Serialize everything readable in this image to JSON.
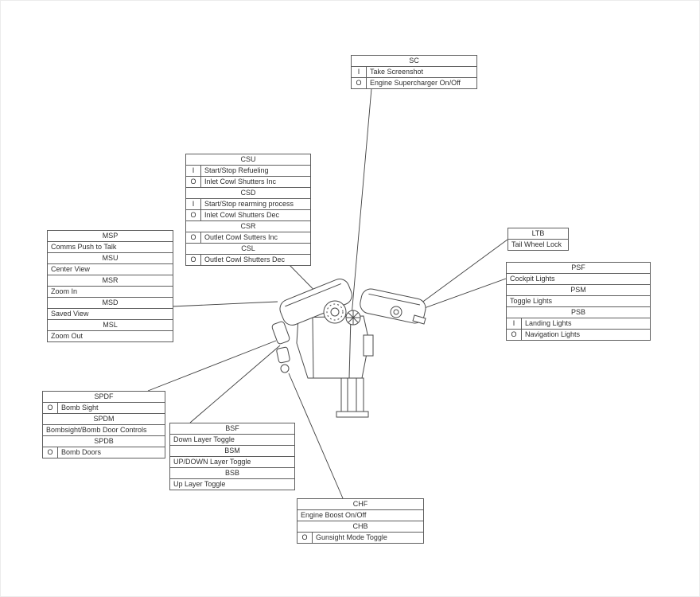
{
  "theme": {
    "background": "#ffffff",
    "connector_line_color": "#3f3f3f",
    "box_border_color": "#5e5e5e",
    "text_color": "#2e2e2e",
    "illustration_stroke_color": "#4a4a4a"
  },
  "illustration": {
    "name": "dual-throttle-quadrant-line-art",
    "description": "line drawing of a HOTAS throttle quadrant with two grips, rotary dial, friction wheel and base rail"
  },
  "boxes": {
    "sc": {
      "code": "SC",
      "rows": [
        {
          "header": true,
          "text": "SC"
        },
        {
          "key": "I",
          "text": "Take Screenshot"
        },
        {
          "key": "O",
          "text": "Engine Supercharger On/Off"
        }
      ]
    },
    "csu": {
      "code": "CSU",
      "rows": [
        {
          "header": true,
          "text": "CSU"
        },
        {
          "key": "I",
          "text": "Start/Stop Refueling"
        },
        {
          "key": "O",
          "text": "Inlet Cowl Shutters Inc"
        },
        {
          "header": true,
          "text": "CSD"
        },
        {
          "key": "I",
          "text": "Start/Stop rearming process"
        },
        {
          "key": "O",
          "text": "Inlet Cowl Shutters Dec"
        },
        {
          "header": true,
          "text": "CSR"
        },
        {
          "key": "O",
          "text": "Outlet Cowl Sutters Inc"
        },
        {
          "header": true,
          "text": "CSL"
        },
        {
          "key": "O",
          "text": "Outlet Cowl Shutters Dec"
        }
      ]
    },
    "msp": {
      "code": "MSP",
      "rows": [
        {
          "header": true,
          "text": "MSP"
        },
        {
          "text": "Comms Push to Talk"
        },
        {
          "header": true,
          "text": "MSU"
        },
        {
          "text": "Center View"
        },
        {
          "header": true,
          "text": "MSR"
        },
        {
          "text": "Zoom In"
        },
        {
          "header": true,
          "text": "MSD"
        },
        {
          "text": "Saved View"
        },
        {
          "header": true,
          "text": "MSL"
        },
        {
          "text": "Zoom Out"
        }
      ]
    },
    "ltb": {
      "code": "LTB",
      "rows": [
        {
          "header": true,
          "text": "LTB"
        },
        {
          "text": "Tail Wheel Lock"
        }
      ]
    },
    "psf": {
      "code": "PSF",
      "rows": [
        {
          "header": true,
          "text": "PSF"
        },
        {
          "text": "Cockpit Lights"
        },
        {
          "header": true,
          "text": "PSM"
        },
        {
          "text": "Toggle Lights"
        },
        {
          "header": true,
          "text": "PSB"
        },
        {
          "key": "I",
          "text": "Landing Lights"
        },
        {
          "key": "O",
          "text": "Navigation Lights"
        }
      ]
    },
    "spdf": {
      "code": "SPDF",
      "rows": [
        {
          "header": true,
          "text": "SPDF"
        },
        {
          "key": "O",
          "text": "Bomb Sight"
        },
        {
          "header": true,
          "text": "SPDM"
        },
        {
          "text": "Bombsight/Bomb Door Controls"
        },
        {
          "header": true,
          "text": "SPDB"
        },
        {
          "key": "O",
          "text": "Bomb Doors"
        }
      ]
    },
    "bsf": {
      "code": "BSF",
      "rows": [
        {
          "header": true,
          "text": "BSF"
        },
        {
          "text": "Down Layer Toggle"
        },
        {
          "header": true,
          "text": "BSM"
        },
        {
          "text": "UP/DOWN Layer Toggle"
        },
        {
          "header": true,
          "text": "BSB"
        },
        {
          "text": "Up Layer Toggle"
        }
      ]
    },
    "chf": {
      "code": "CHF",
      "rows": [
        {
          "header": true,
          "text": "CHF"
        },
        {
          "text": "Engine Boost On/Off"
        },
        {
          "header": true,
          "text": "CHB"
        },
        {
          "key": "O",
          "text": "Gunsight Mode Toggle"
        }
      ]
    }
  }
}
